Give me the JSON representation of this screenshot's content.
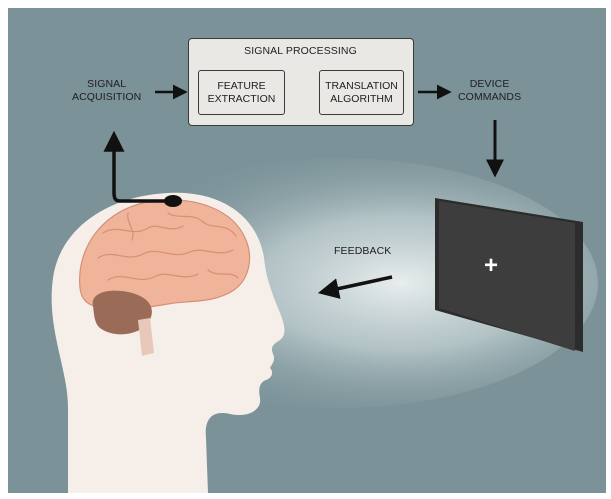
{
  "diagram": {
    "title": "Brain-computer interface",
    "labels": {
      "signal_acquisition": "SIGNAL\nACQUISITION",
      "signal_processing": "SIGNAL PROCESSING",
      "feature_extraction": "FEATURE\nEXTRACTION",
      "translation_algorithm": "TRANSLATION\nALGORITHM",
      "device_commands": "DEVICE\nCOMMANDS",
      "feedback": "FEEDBACK",
      "screen_symbol": "+"
    },
    "colors": {
      "background": "#7a9298",
      "box_fill": "#e9e8e5",
      "brain": "#f0b49a",
      "cerebellum": "#9a6c57",
      "head": "#f6efe9",
      "monitor": "#3d3d3d",
      "arrow": "#111111"
    }
  }
}
